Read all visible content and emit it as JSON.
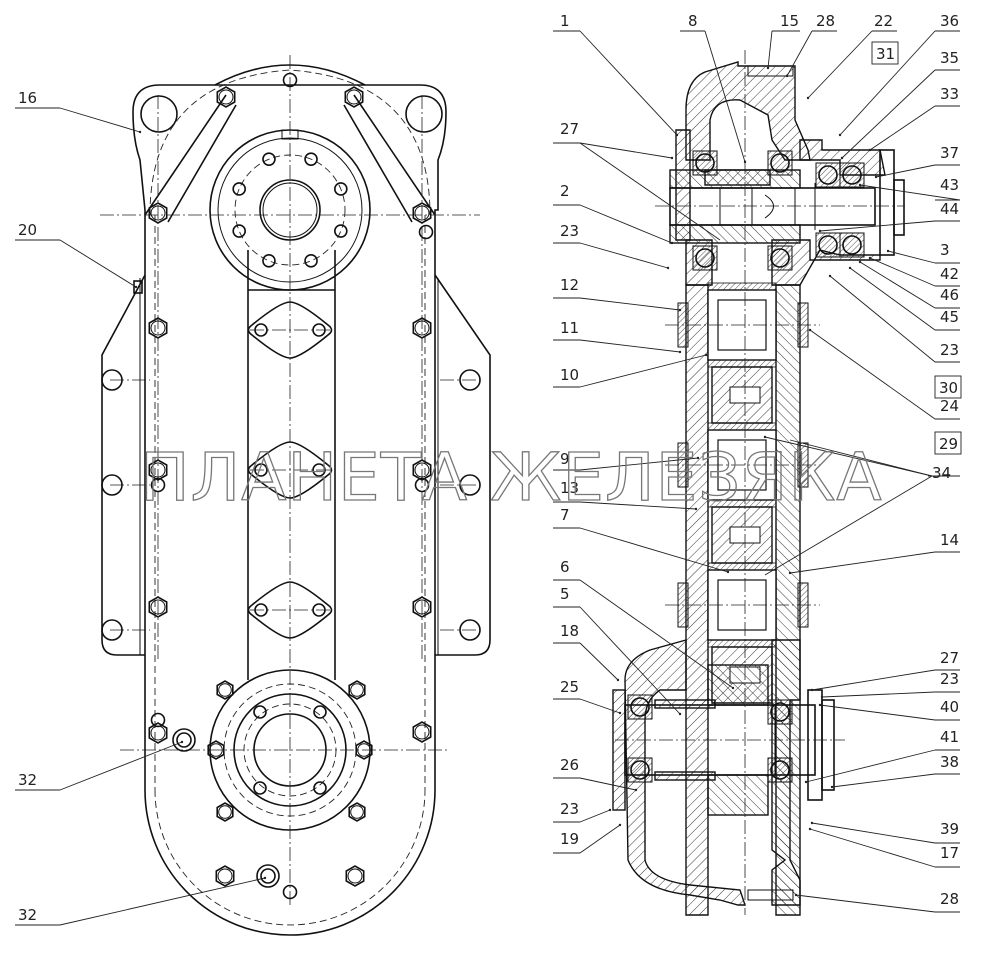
{
  "drawing": {
    "title": "Gearbox assembly – front view and sectional view",
    "watermark": "ПЛАНЕТА ЖЕЛЕЗЯКА",
    "front_view_callouts": [
      {
        "id": "c16",
        "label": "16"
      },
      {
        "id": "c20",
        "label": "20"
      },
      {
        "id": "c32a",
        "label": "32"
      },
      {
        "id": "c32b",
        "label": "32"
      }
    ],
    "section_view_callouts_left": [
      {
        "id": "l1",
        "label": "1"
      },
      {
        "id": "l8",
        "label": "8"
      },
      {
        "id": "l15",
        "label": "15"
      },
      {
        "id": "l28a",
        "label": "28"
      },
      {
        "id": "l27a",
        "label": "27"
      },
      {
        "id": "l2",
        "label": "2"
      },
      {
        "id": "l23a",
        "label": "23"
      },
      {
        "id": "l12",
        "label": "12"
      },
      {
        "id": "l11",
        "label": "11"
      },
      {
        "id": "l10",
        "label": "10"
      },
      {
        "id": "l9",
        "label": "9"
      },
      {
        "id": "l13",
        "label": "13"
      },
      {
        "id": "l7",
        "label": "7"
      },
      {
        "id": "l6",
        "label": "6"
      },
      {
        "id": "l5",
        "label": "5"
      },
      {
        "id": "l18",
        "label": "18"
      },
      {
        "id": "l25",
        "label": "25"
      },
      {
        "id": "l26",
        "label": "26"
      },
      {
        "id": "l23b",
        "label": "23"
      },
      {
        "id": "l19",
        "label": "19"
      }
    ],
    "section_view_callouts_right": [
      {
        "id": "r22",
        "label": "22",
        "boxed_secondary": "31"
      },
      {
        "id": "r36",
        "label": "36"
      },
      {
        "id": "r35",
        "label": "35"
      },
      {
        "id": "r33",
        "label": "33"
      },
      {
        "id": "r37",
        "label": "37"
      },
      {
        "id": "r43",
        "label": "43"
      },
      {
        "id": "r44",
        "label": "44"
      },
      {
        "id": "r3",
        "label": "3"
      },
      {
        "id": "r42",
        "label": "42"
      },
      {
        "id": "r46",
        "label": "46"
      },
      {
        "id": "r45",
        "label": "45"
      },
      {
        "id": "r23a",
        "label": "23",
        "boxed_secondary": "30"
      },
      {
        "id": "r24",
        "label": "24",
        "boxed_secondary": "29"
      },
      {
        "id": "r34",
        "label": "34"
      },
      {
        "id": "r14",
        "label": "14"
      },
      {
        "id": "r27",
        "label": "27"
      },
      {
        "id": "r23b",
        "label": "23"
      },
      {
        "id": "r40",
        "label": "40"
      },
      {
        "id": "r41",
        "label": "41"
      },
      {
        "id": "r38",
        "label": "38"
      },
      {
        "id": "r39",
        "label": "39"
      },
      {
        "id": "r17",
        "label": "17"
      },
      {
        "id": "r28",
        "label": "28"
      }
    ]
  }
}
